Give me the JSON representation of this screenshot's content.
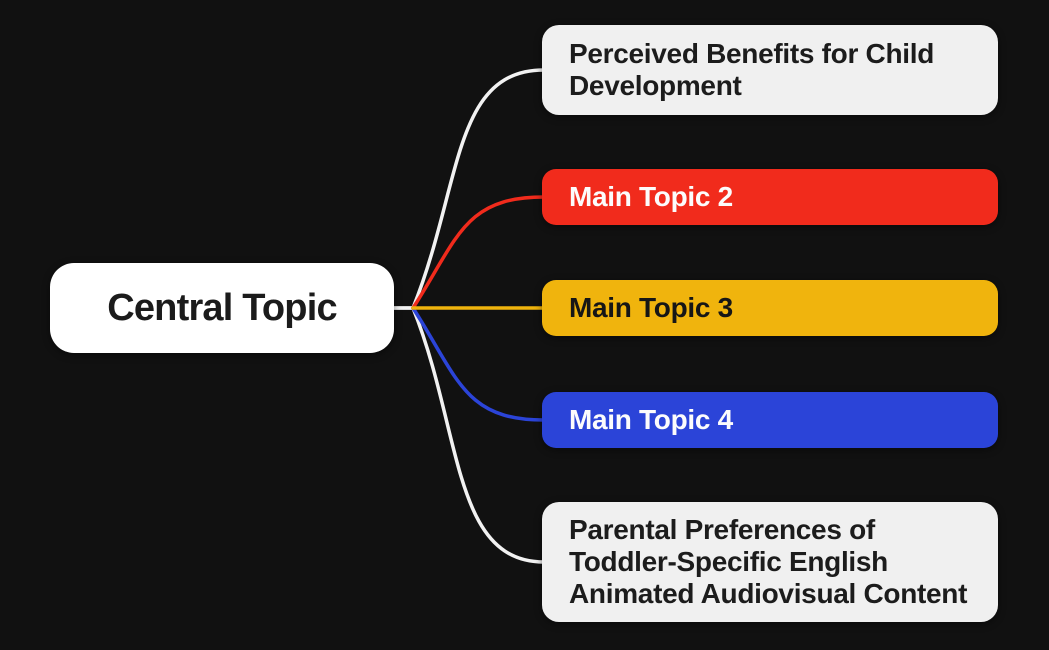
{
  "canvas": {
    "background": "#111111"
  },
  "central_topic": {
    "label": "Central Topic",
    "bg": "#FFFFFF",
    "fg": "#1B1B1B"
  },
  "main_topics": [
    {
      "label": "Perceived Benefits for Child Development",
      "bg": "#F0F0F0",
      "fg": "#1C1C1C",
      "connector_color": "#F2F2F2"
    },
    {
      "label": "Main Topic 2",
      "bg": "#F12B1C",
      "fg": "#FCFCFC",
      "connector_color": "#F12B1C"
    },
    {
      "label": "Main Topic 3",
      "bg": "#F0B40D",
      "fg": "#161616",
      "connector_color": "#F0B40D"
    },
    {
      "label": "Main Topic 4",
      "bg": "#2B44D8",
      "fg": "#FCFCFC",
      "connector_color": "#2B44D8"
    },
    {
      "label": "Parental Preferences of Toddler-Specific English Animated Audiovisual Content",
      "bg": "#F0F0F0",
      "fg": "#1C1C1C",
      "connector_color": "#F2F2F2"
    }
  ]
}
